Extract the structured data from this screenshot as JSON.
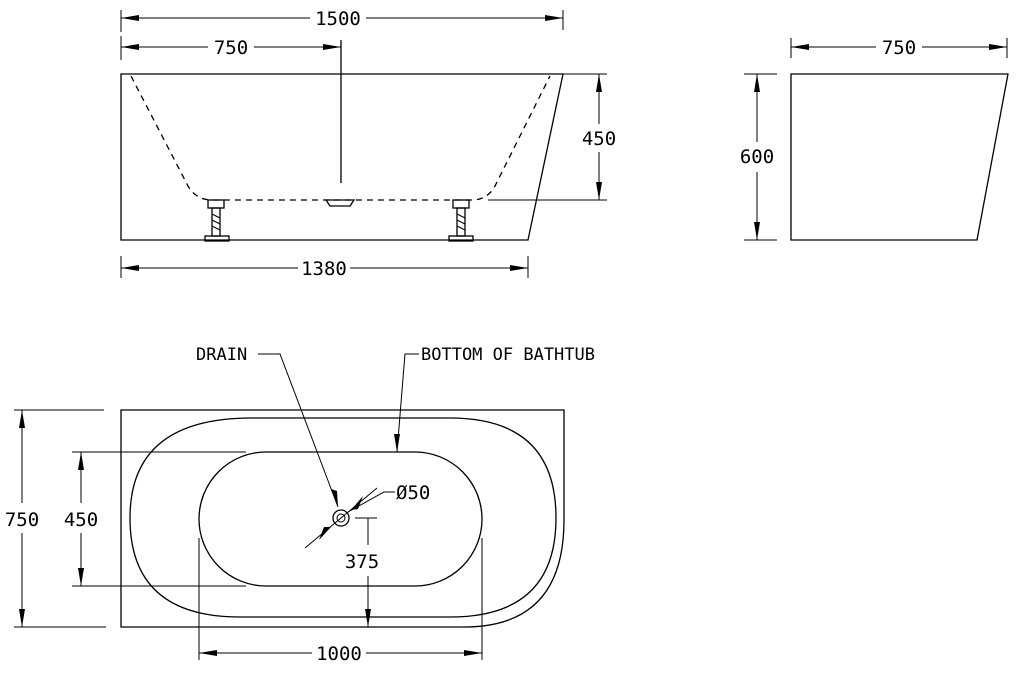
{
  "side_view": {
    "overall_length": "1500",
    "half_length": "750",
    "base_length": "1380",
    "inner_depth": "450"
  },
  "end_view": {
    "width": "750",
    "height": "600"
  },
  "plan_view": {
    "drain_label": "DRAIN",
    "bottom_label": "BOTTOM OF BATHTUB",
    "drain_diameter": "Ø50",
    "drain_offset": "375",
    "outer_width": "750",
    "inner_width": "450",
    "bottom_length": "1000"
  }
}
